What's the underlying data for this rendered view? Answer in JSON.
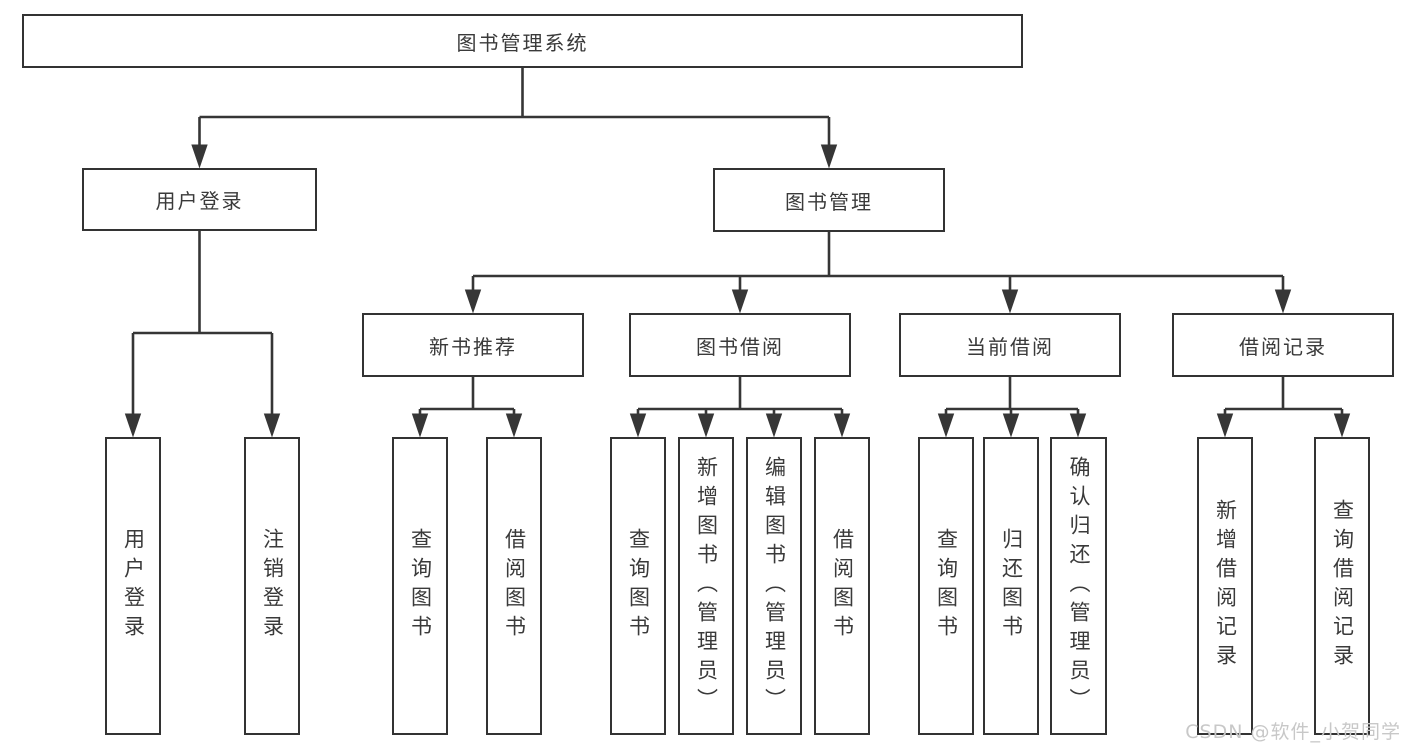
{
  "diagram": {
    "type": "hierarchy-tree",
    "colors": {
      "background": "#ffffff",
      "box_border": "#333333",
      "line": "#363636",
      "text": "#3a3a3a",
      "watermark_text": "#c8c8c8"
    },
    "root": {
      "label": "图书管理系统"
    },
    "level2": [
      {
        "label": "用户登录"
      },
      {
        "label": "图书管理"
      }
    ],
    "level3": [
      {
        "label": "新书推荐",
        "parent": "图书管理"
      },
      {
        "label": "图书借阅",
        "parent": "图书管理"
      },
      {
        "label": "当前借阅",
        "parent": "图书管理"
      },
      {
        "label": "借阅记录",
        "parent": "图书管理"
      }
    ],
    "leaves": [
      {
        "label": "用户登录",
        "parent": "用户登录"
      },
      {
        "label": "注销登录",
        "parent": "用户登录"
      },
      {
        "label": "查询图书",
        "parent": "新书推荐"
      },
      {
        "label": "借阅图书",
        "parent": "新书推荐"
      },
      {
        "label": "查询图书",
        "parent": "图书借阅"
      },
      {
        "label": "新增图书（管理员）",
        "parent": "图书借阅"
      },
      {
        "label": "编辑图书（管理员）",
        "parent": "图书借阅"
      },
      {
        "label": "借阅图书",
        "parent": "图书借阅"
      },
      {
        "label": "查询图书",
        "parent": "当前借阅"
      },
      {
        "label": "归还图书",
        "parent": "当前借阅"
      },
      {
        "label": "确认归还（管理员）",
        "parent": "当前借阅"
      },
      {
        "label": "新增借阅记录",
        "parent": "借阅记录"
      },
      {
        "label": "查询借阅记录",
        "parent": "借阅记录"
      }
    ],
    "watermark": "CSDN @软件_小贺同学"
  }
}
